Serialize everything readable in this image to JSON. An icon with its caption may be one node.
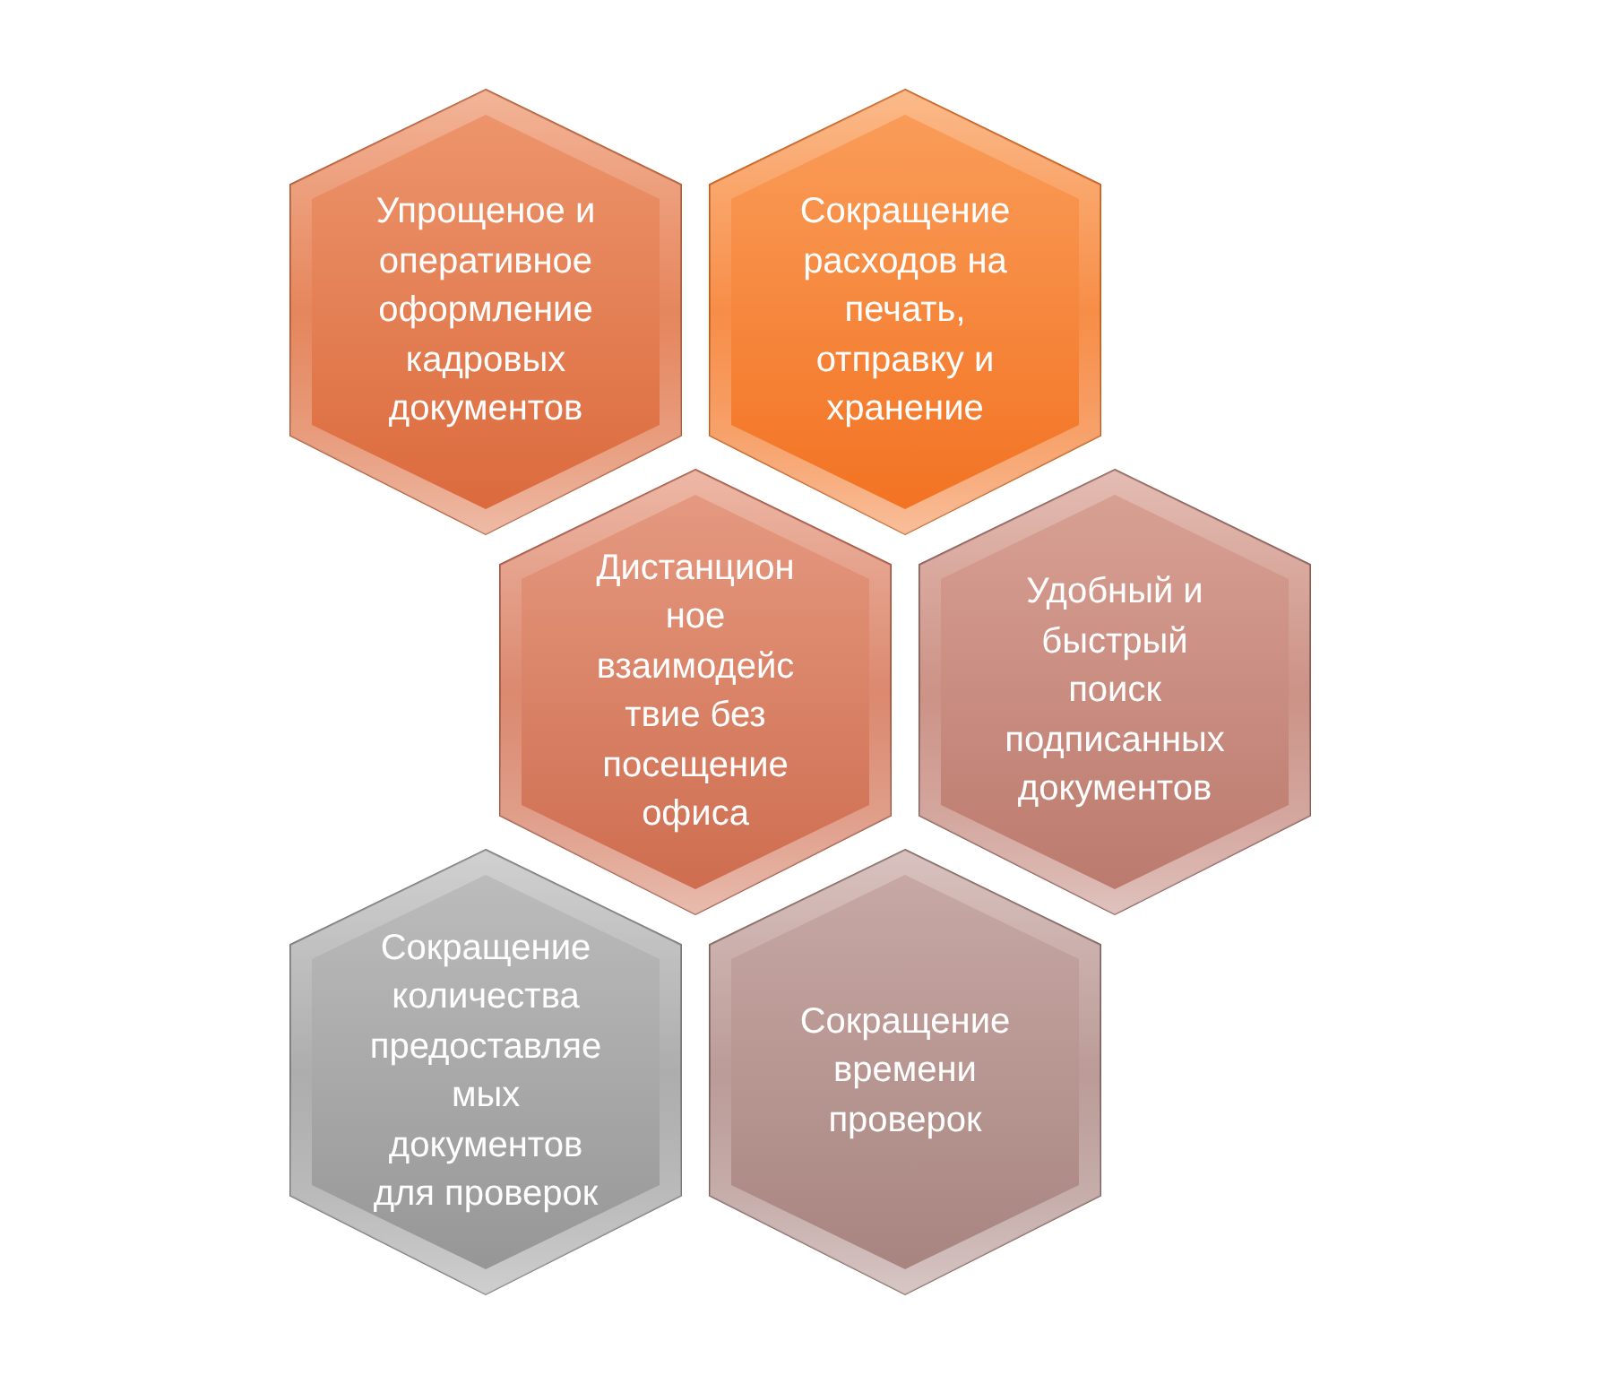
{
  "diagram": {
    "nodes": [
      {
        "text": [
          "Упрощеное и оперативное оформление кадровых документов"
        ]
      },
      {
        "text": [
          "Сокращение расходов на печать, отправку и хранение"
        ]
      },
      {
        "text": [
          "Дистанционное взаимодействие без посещение офиса"
        ]
      },
      {
        "text": [
          "Удобный и быстрый поиск подписанных документов"
        ]
      },
      {
        "text": [
          "Сокращение количества предоставляемых документов для проверок"
        ]
      },
      {
        "text": [
          "Сокращение времени проверок"
        ]
      }
    ]
  }
}
